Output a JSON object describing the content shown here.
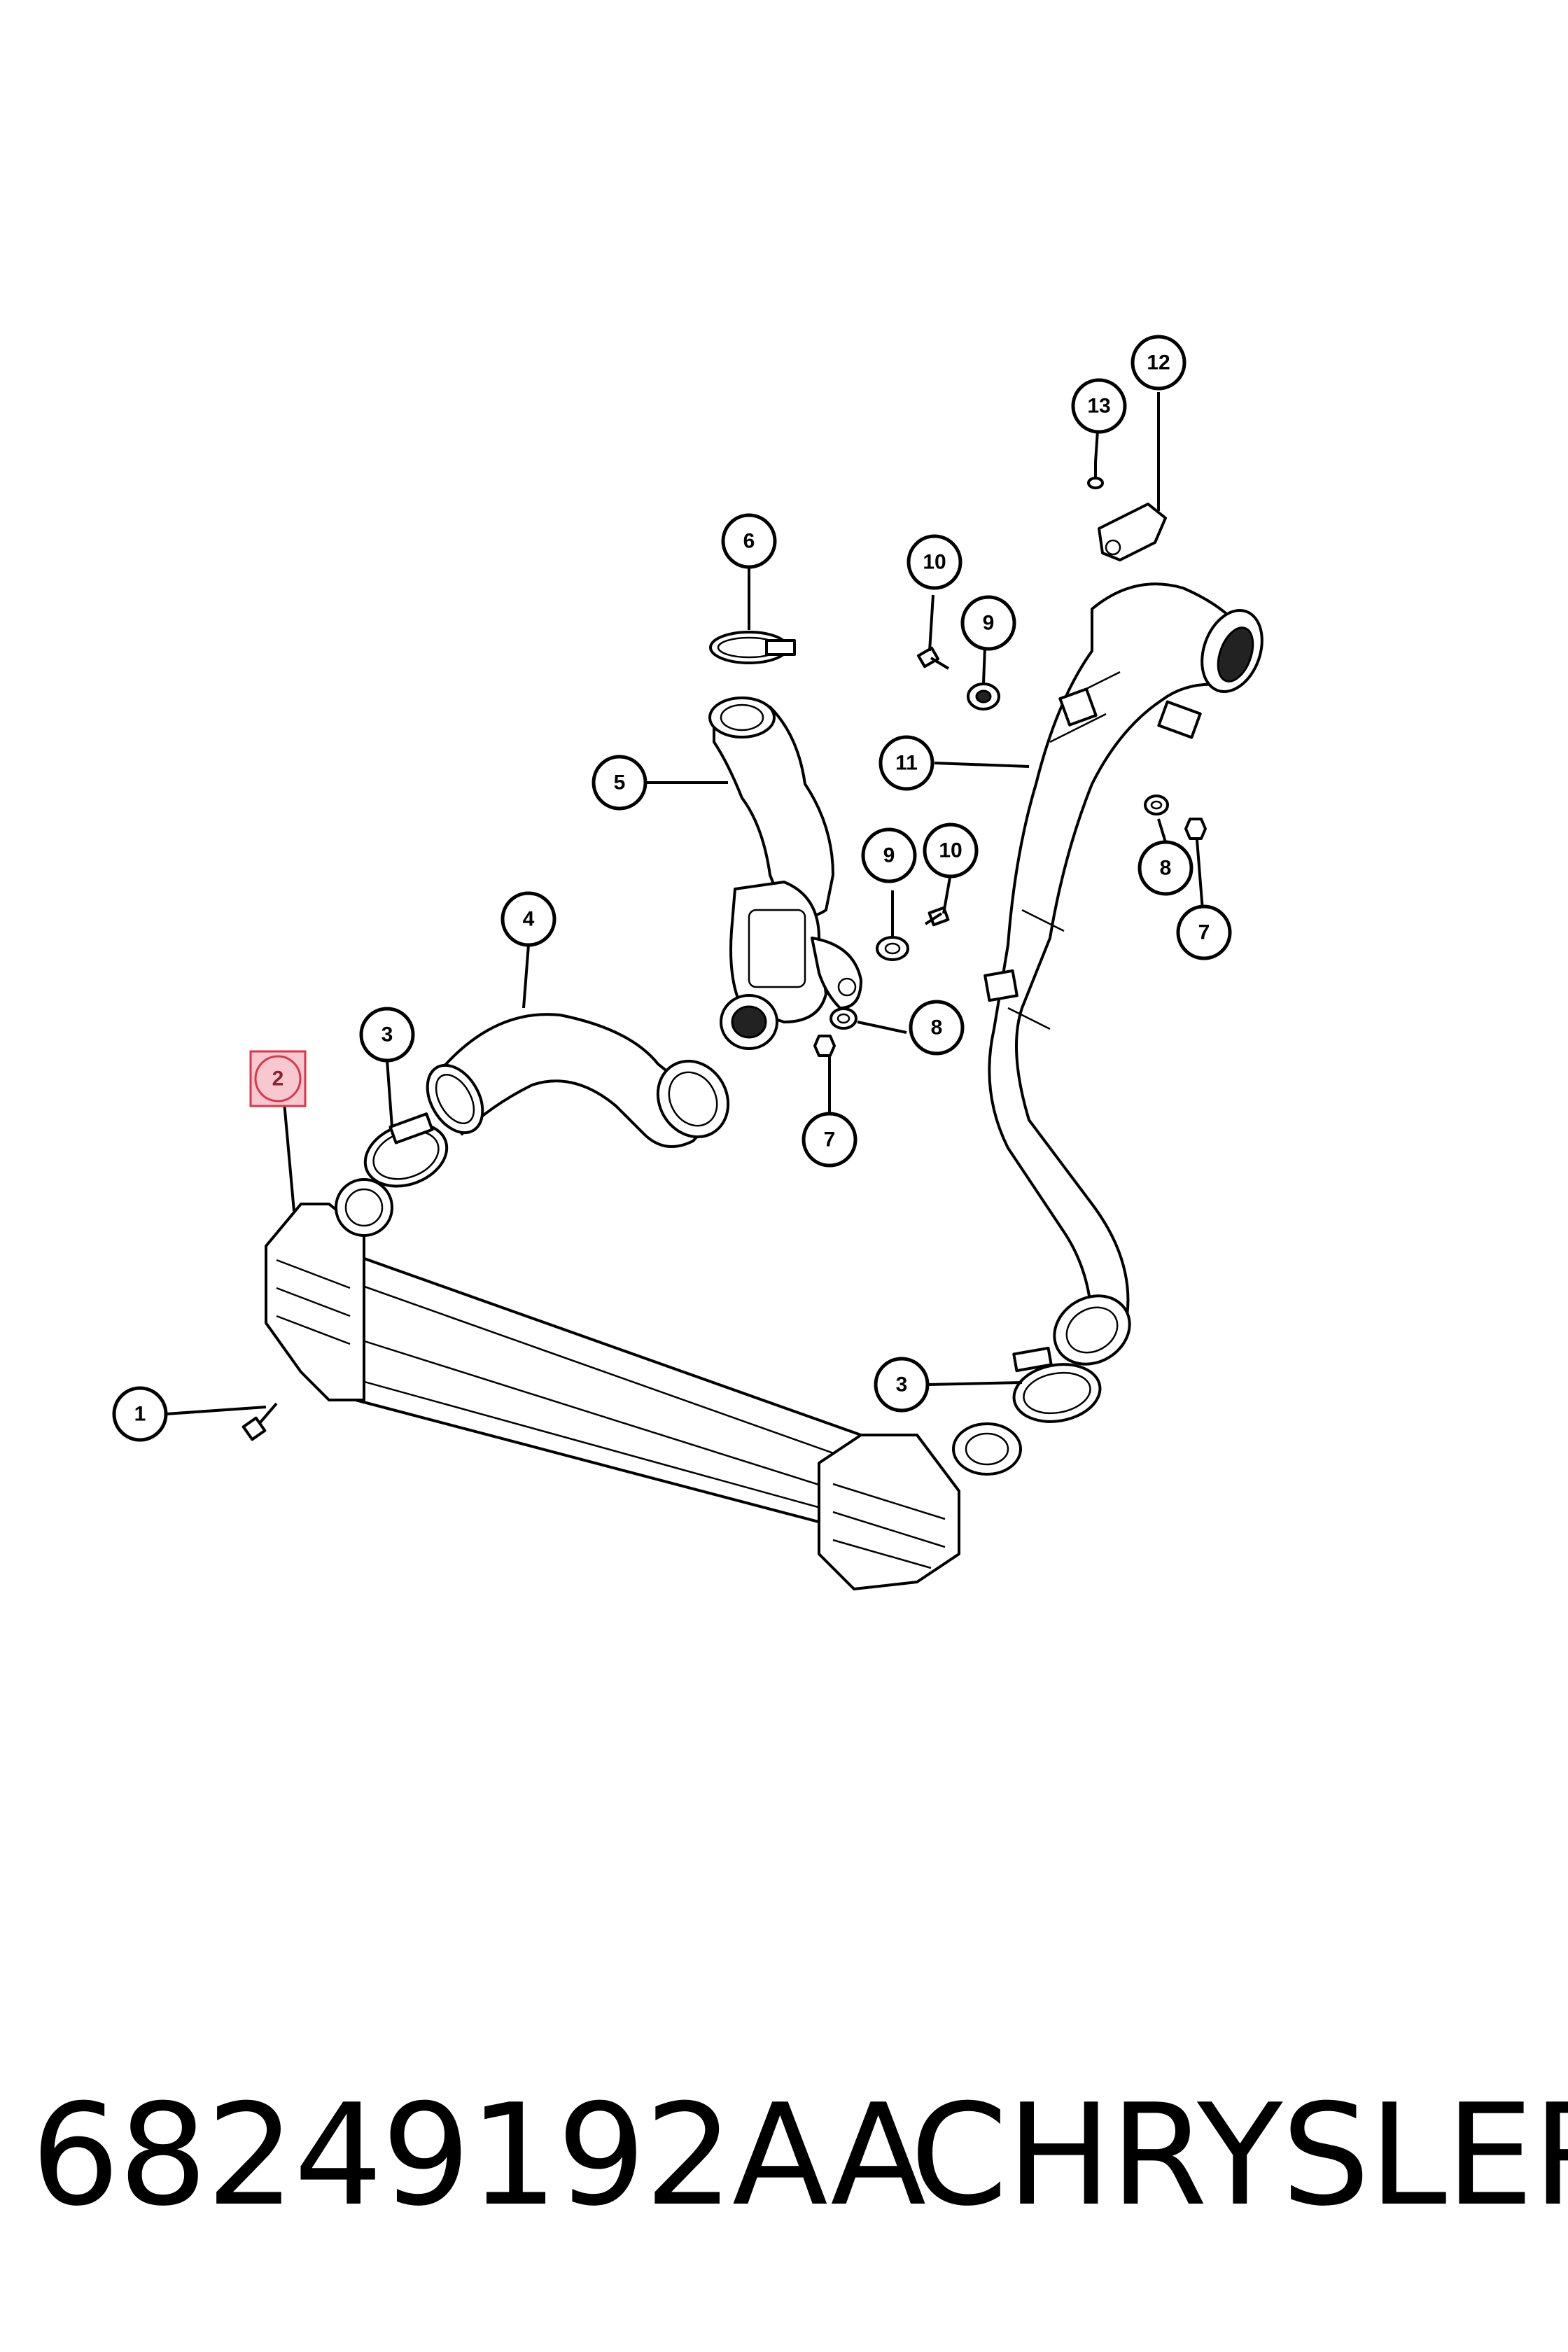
{
  "callouts": {
    "c1": "1",
    "c2": "2",
    "c3a": "3",
    "c3b": "3",
    "c4": "4",
    "c5": "5",
    "c6": "6",
    "c7a": "7",
    "c7b": "7",
    "c8a": "8",
    "c8b": "8",
    "c9a": "9",
    "c9b": "9",
    "c10a": "10",
    "c10b": "10",
    "c11": "11",
    "c12": "12",
    "c13": "13"
  },
  "highlighted_callout": "2",
  "colors": {
    "highlight_fill": "#f7c9cf",
    "highlight_stroke": "#d9364b",
    "ink": "#000000"
  },
  "footer": {
    "part_number": "68249192AA",
    "brand": "CHRYSLER"
  }
}
